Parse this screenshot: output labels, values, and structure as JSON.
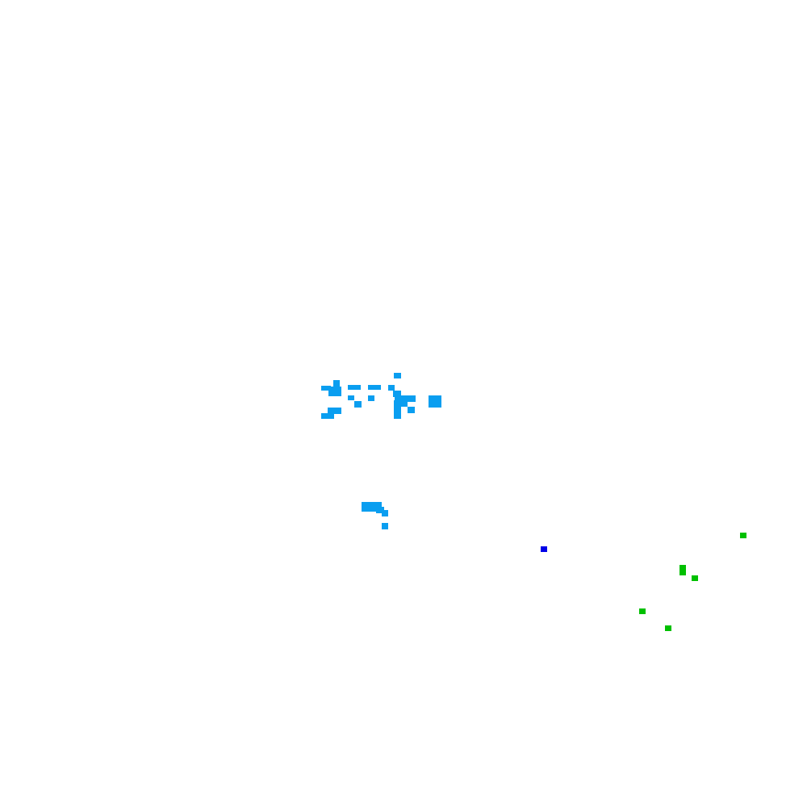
{
  "image": {
    "background": "#ffffff",
    "categories": [
      {
        "name": "light-blue",
        "color": "#0a9ef0"
      },
      {
        "name": "blue",
        "color": "#0000e8"
      },
      {
        "name": "green",
        "color": "#00c000"
      }
    ]
  }
}
